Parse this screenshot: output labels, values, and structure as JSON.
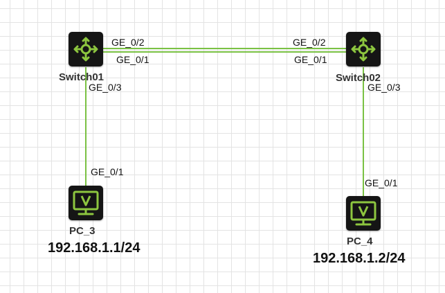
{
  "colors": {
    "link": "#7ac143",
    "icon_bg": "#151515",
    "icon_fg": "#8dc63f"
  },
  "devices": {
    "switch01": {
      "name": "Switch01",
      "icon": "switch-router-icon"
    },
    "switch02": {
      "name": "Switch02",
      "icon": "switch-router-icon"
    },
    "pc3": {
      "name": "PC_3",
      "ip": "192.168.1.1/24",
      "icon": "pc-monitor-icon"
    },
    "pc4": {
      "name": "PC_4",
      "ip": "192.168.1.2/24",
      "icon": "pc-monitor-icon"
    }
  },
  "links": [
    {
      "a": "Switch01",
      "a_port": "GE_0/2",
      "b": "Switch02",
      "b_port": "GE_0/2"
    },
    {
      "a": "Switch01",
      "a_port": "GE_0/1",
      "b": "Switch02",
      "b_port": "GE_0/1"
    },
    {
      "a": "Switch01",
      "a_port": "GE_0/3",
      "b": "PC_3",
      "b_port": "GE_0/1"
    },
    {
      "a": "Switch02",
      "a_port": "GE_0/3",
      "b": "PC_4",
      "b_port": "GE_0/1"
    }
  ]
}
